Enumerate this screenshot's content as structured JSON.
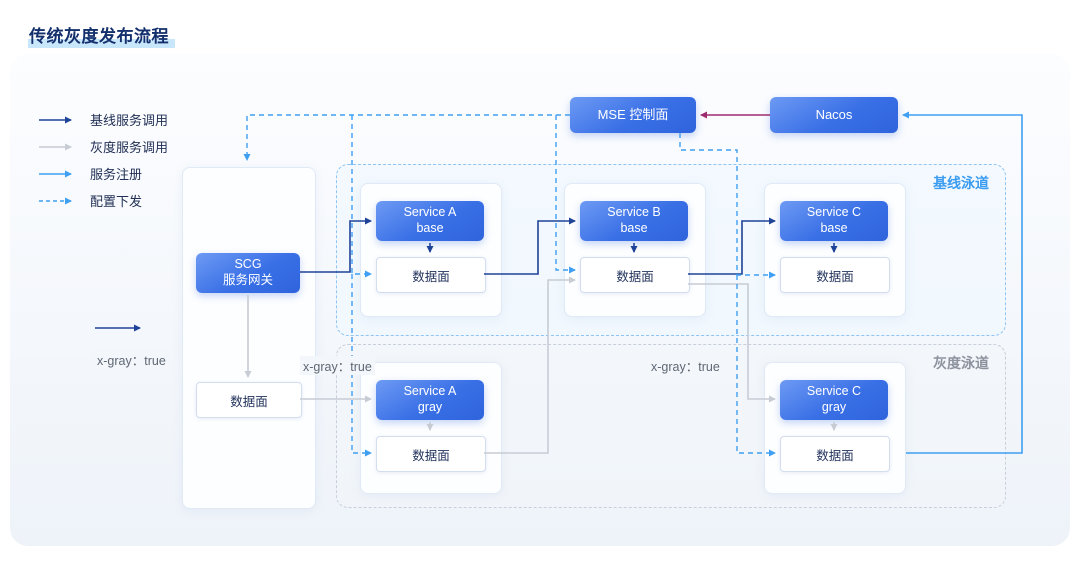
{
  "title": "传统灰度发布流程",
  "legend": {
    "items": [
      {
        "label": "基线服务调用"
      },
      {
        "label": "灰度服务调用"
      },
      {
        "label": "服务注册"
      },
      {
        "label": "配置下发"
      }
    ]
  },
  "nodes": {
    "mse": {
      "label": "MSE 控制面"
    },
    "nacos": {
      "label": "Nacos"
    },
    "gateway": {
      "line1": "SCG",
      "line2": "服务网关",
      "data_plane": "数据面"
    }
  },
  "lanes": {
    "baseline": {
      "label": "基线泳道",
      "services": [
        {
          "line1": "Service A",
          "line2": "base",
          "data_plane": "数据面"
        },
        {
          "line1": "Service B",
          "line2": "base",
          "data_plane": "数据面"
        },
        {
          "line1": "Service C",
          "line2": "base",
          "data_plane": "数据面"
        }
      ]
    },
    "gray": {
      "label": "灰度泳道",
      "services": [
        {
          "line1": "Service A",
          "line2": "gray",
          "data_plane": "数据面"
        },
        {
          "line1": "Service C",
          "line2": "gray",
          "data_plane": "数据面"
        }
      ]
    }
  },
  "annotations": {
    "request_header_left": "x-gray：true",
    "request_header_mid": "x-gray：true",
    "request_header_right": "x-gray：true"
  },
  "colors": {
    "baseline_call": "#1e4398",
    "gray_call": "#c7ccd4",
    "service_register": "#3f9ff2",
    "config_push": "#3f9ff2",
    "nacos_to_mse": "#9e2b70",
    "node_gradient_start": "#6d9af4",
    "node_gradient_end": "#2e63dc",
    "baseline_lane_accent": "#3b9cf0",
    "gray_lane_accent": "#8d939e"
  }
}
